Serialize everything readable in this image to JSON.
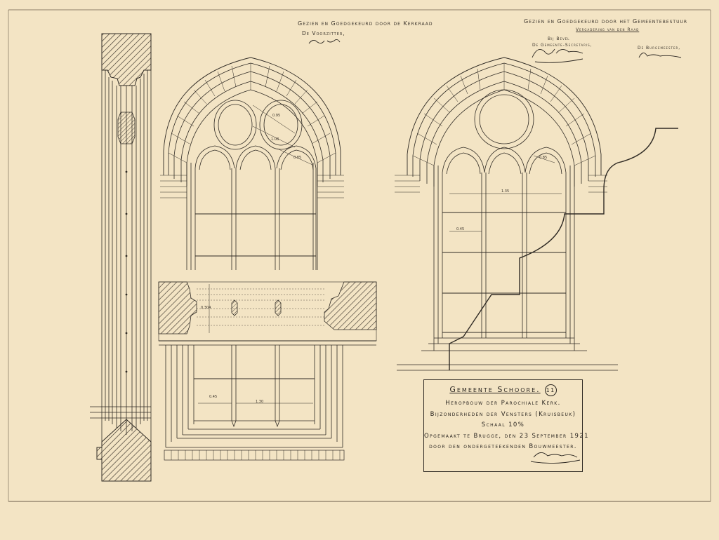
{
  "approval_council": {
    "line1": "Gezien en Goedgekeurd door de Kerkraad",
    "line2": "De Voorzitter,"
  },
  "approval_municipality": {
    "line1": "Gezien en Goedgekeurd door het Gemeentebestuur",
    "line2": "Vergadering van den Raad",
    "by_order": "Bij Bevel",
    "secretary": "De Gemeente-Secretaris,",
    "mayor": "De Burgemeester,"
  },
  "title_block": {
    "title": "Gemeente Schoore.",
    "sheet_number": "11",
    "line1": "Heropbouw der Parochiale Kerk.",
    "line2": "Bijzonderheden der Vensters (Kruisbeuk)",
    "line3": "Schaal 10%",
    "line4": "Opgemaakt te Brugge, den 23 September 1921",
    "line5": "door den ondergeteekenden Bouwmeester."
  },
  "dimensions": {
    "d1": "0.95",
    "d2": "1.08",
    "d3": "0.85",
    "d4": "0.304",
    "d5": "0.45",
    "d6": "1.30",
    "d7": "0.85",
    "d8": "1.35",
    "d9": "0.45"
  },
  "colors": {
    "paper": "#f3e4c4",
    "ink": "#2a2520"
  }
}
